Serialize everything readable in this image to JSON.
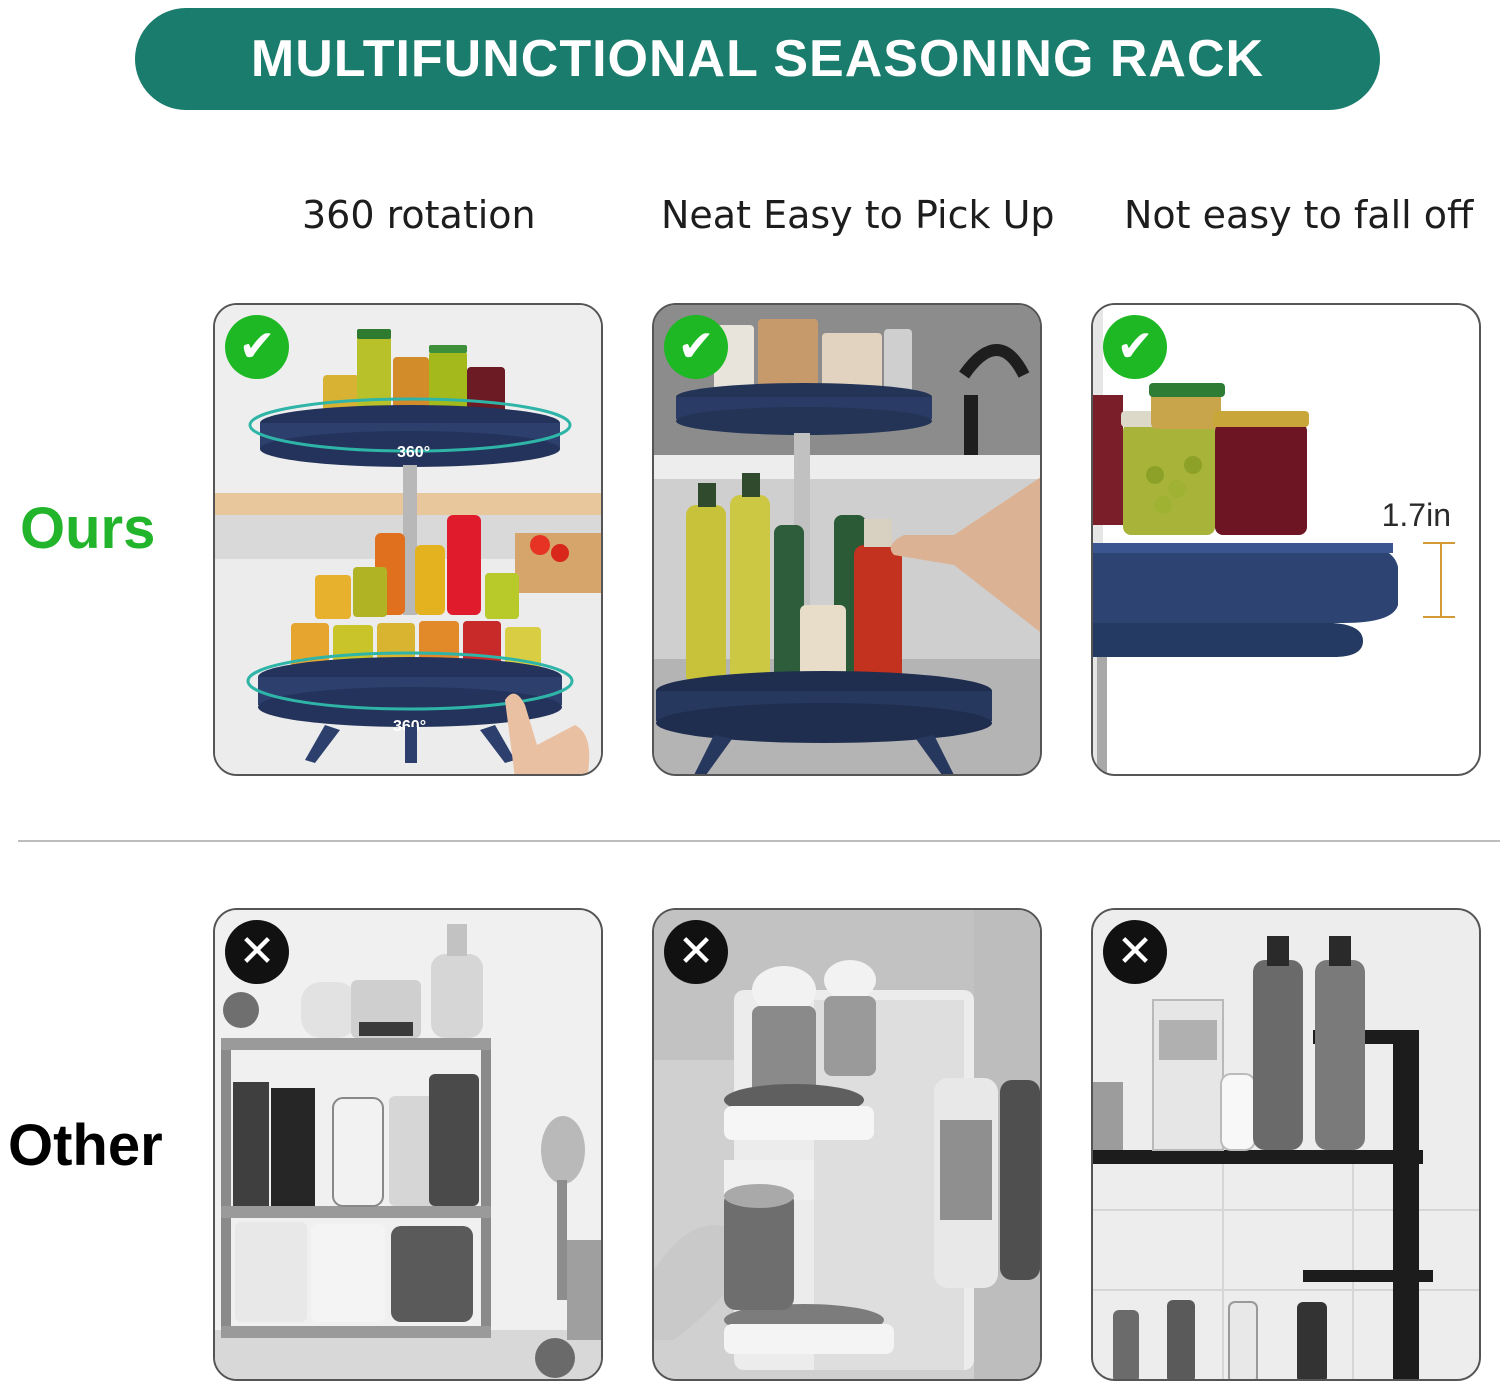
{
  "banner": {
    "title": "MULTIFUNCTIONAL SEASONING RACK",
    "color": "#1a7c6c"
  },
  "columns": [
    "360 rotation",
    "Neat Easy to Pick Up",
    "Not easy to fall off"
  ],
  "rows": {
    "ours": {
      "label": "Ours",
      "color": "#22b42a"
    },
    "other": {
      "label": "Other",
      "color": "#000000"
    }
  },
  "panels": {
    "ours_rotation": {
      "rotation_label": "360°"
    },
    "ours_fall": {
      "height_label": "1.7in"
    }
  },
  "icons": {
    "ours_badge": "check-mark-icon",
    "other_badge": "cross-mark-icon",
    "glyph_check": "✔",
    "glyph_cross": "✕"
  }
}
